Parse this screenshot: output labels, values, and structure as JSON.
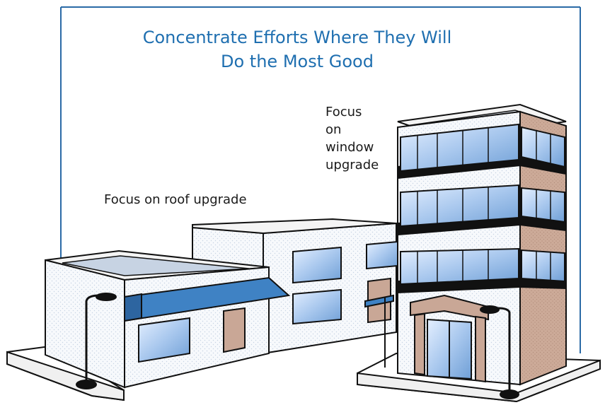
{
  "title": {
    "line1": "Concentrate Efforts Where They Will",
    "line2": "Do the Most Good"
  },
  "annotations": {
    "window": {
      "line1": "Focus",
      "line2": "on",
      "line3": "window",
      "line4": "upgrade"
    },
    "roof": "Focus on roof upgrade"
  },
  "colors": {
    "frame": "#2a6aa6",
    "title": "#1f6fb0",
    "glass": "#8fb8e8",
    "glass_light": "#dbe9fa",
    "awning": "#3f82c4",
    "brick": "#c9a796",
    "wall": "#f6f8fb",
    "outline": "#111111"
  }
}
